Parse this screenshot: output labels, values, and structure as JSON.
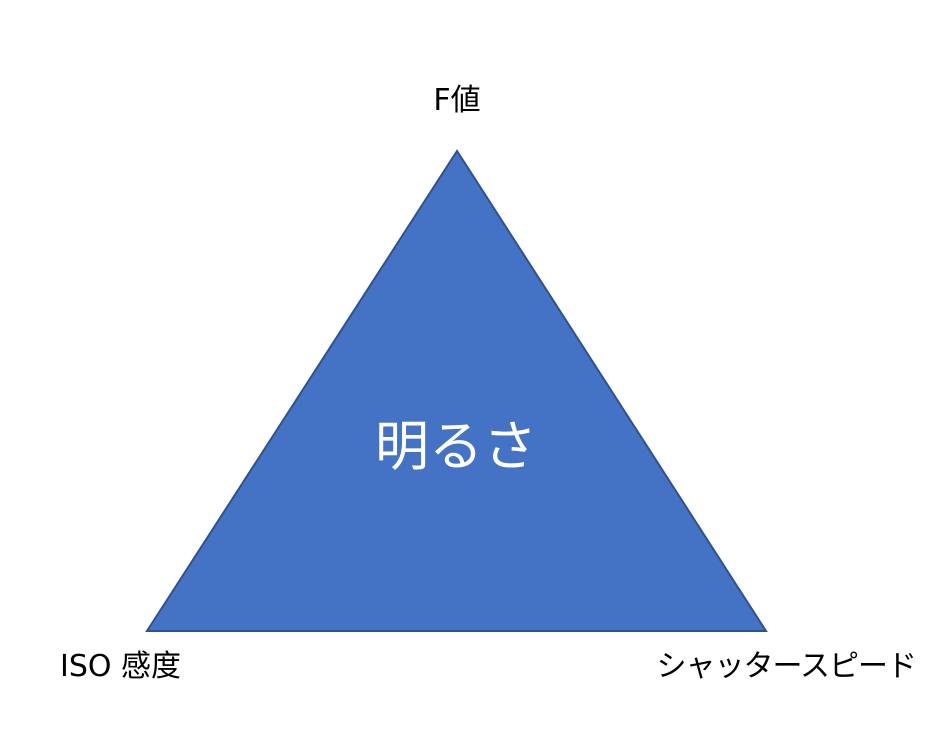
{
  "diagram": {
    "center_label": "明るさ",
    "vertices": {
      "top": "F値",
      "bottom_left": "ISO 感度",
      "bottom_right": "シャッタースピード"
    },
    "colors": {
      "fill": "#4472C4",
      "stroke": "#2F528F",
      "text_inside": "#FFFFFF",
      "text_outside": "#000000"
    }
  }
}
